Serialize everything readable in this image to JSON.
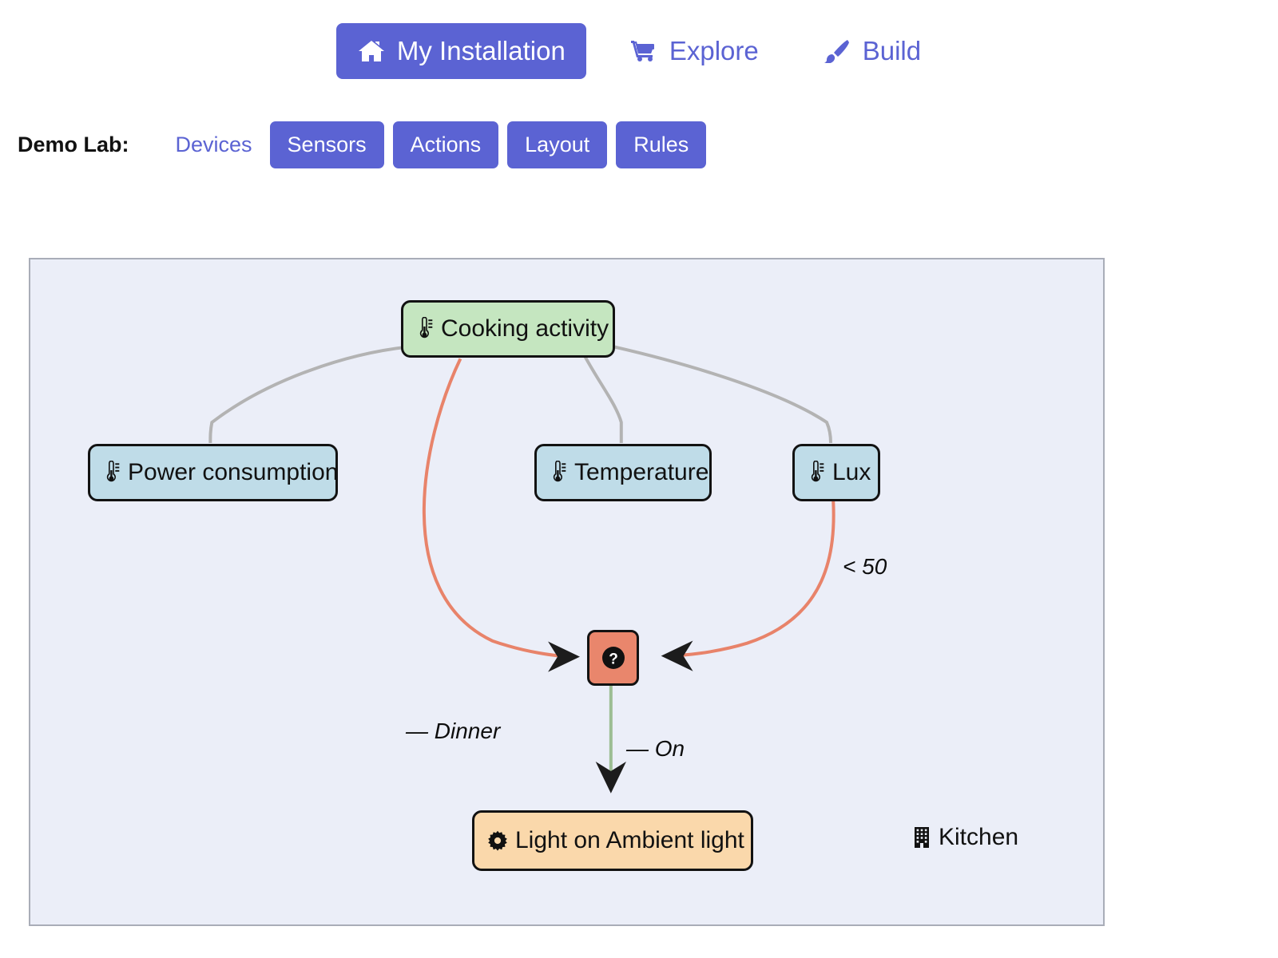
{
  "topnav": {
    "items": [
      {
        "label": "My Installation",
        "icon": "home-icon",
        "active": true
      },
      {
        "label": "Explore",
        "icon": "cart-icon",
        "active": false
      },
      {
        "label": "Build",
        "icon": "brush-icon",
        "active": false
      }
    ]
  },
  "subnav": {
    "title": "Demo Lab:",
    "link": {
      "label": "Devices"
    },
    "buttons": [
      {
        "label": "Sensors"
      },
      {
        "label": "Actions"
      },
      {
        "label": "Layout"
      },
      {
        "label": "Rules"
      }
    ]
  },
  "diagram": {
    "room": {
      "label": "Kitchen",
      "icon": "building-icon"
    },
    "nodes": {
      "cooking": {
        "label": "Cooking activity",
        "icon": "thermometer-icon",
        "type": "state"
      },
      "power": {
        "label": "Power consumption",
        "icon": "thermometer-icon",
        "type": "sensor"
      },
      "temperature": {
        "label": "Temperature",
        "icon": "thermometer-icon",
        "type": "sensor"
      },
      "lux": {
        "label": "Lux",
        "icon": "thermometer-icon",
        "type": "sensor"
      },
      "condition": {
        "label": "?",
        "icon": "question-mark-icon",
        "type": "condition"
      },
      "action": {
        "label": "Light on Ambient light",
        "icon": "gear-icon",
        "type": "action"
      }
    },
    "edge_labels": {
      "dinner": "— Dinner",
      "lux_threshold": "< 50",
      "on": "— On"
    },
    "colors": {
      "accent": "#5b63d3",
      "panel_bg": "#ebeef8",
      "panel_border": "#a9adb8",
      "state_node": "#c5e6c0",
      "sensor_node": "#bfdce8",
      "condition_node": "#e9866c",
      "action_node": "#fad8ab",
      "edge_gray": "#b3b3b3",
      "edge_salmon": "#e8836a",
      "edge_green": "#9cbd93"
    }
  }
}
